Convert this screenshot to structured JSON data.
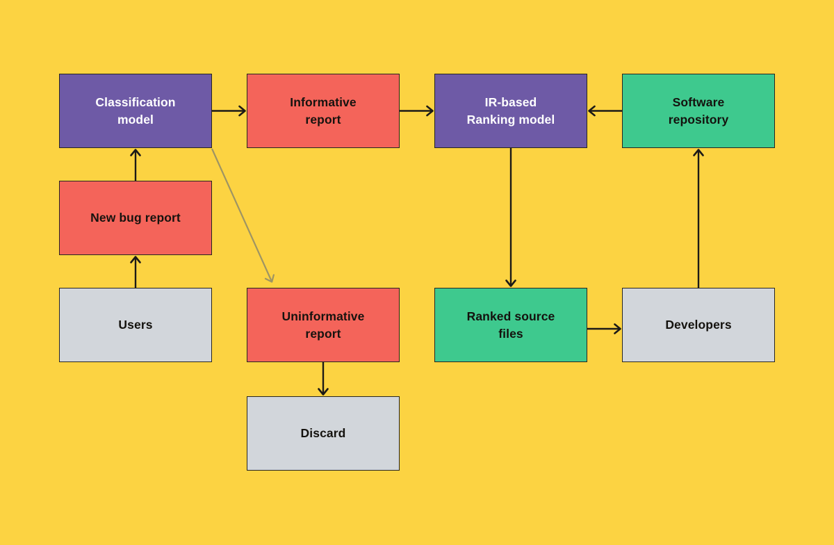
{
  "palette": {
    "background": "#FCD342",
    "node_purple": "#6E5AA6",
    "node_red": "#F4645A",
    "node_green": "#3EC98E",
    "node_gray": "#D2D6DB",
    "edge_black": "#1C1A17",
    "edge_gray": "#9E9463",
    "text_light": "#FFFFFF",
    "text_dark": "#17130F"
  },
  "diagram": {
    "type": "flowchart",
    "nodes": [
      {
        "id": "classification-model",
        "label": "Classification\nmodel",
        "color_role": "purple"
      },
      {
        "id": "informative-report",
        "label": "Informative\nreport",
        "color_role": "red"
      },
      {
        "id": "ir-ranking-model",
        "label": "IR-based\nRanking model",
        "color_role": "purple"
      },
      {
        "id": "software-repository",
        "label": "Software\nrepository",
        "color_role": "green"
      },
      {
        "id": "new-bug-report",
        "label": "New bug report",
        "color_role": "red"
      },
      {
        "id": "users",
        "label": "Users",
        "color_role": "gray"
      },
      {
        "id": "uninformative-report",
        "label": "Uninformative\nreport",
        "color_role": "red"
      },
      {
        "id": "ranked-source-files",
        "label": "Ranked source\nfiles",
        "color_role": "green"
      },
      {
        "id": "developers",
        "label": "Developers",
        "color_role": "gray"
      },
      {
        "id": "discard",
        "label": "Discard",
        "color_role": "gray"
      }
    ],
    "edges": [
      {
        "from": "users",
        "to": "new-bug-report",
        "style": "black"
      },
      {
        "from": "new-bug-report",
        "to": "classification-model",
        "style": "black"
      },
      {
        "from": "classification-model",
        "to": "informative-report",
        "style": "black"
      },
      {
        "from": "classification-model",
        "to": "uninformative-report",
        "style": "gray"
      },
      {
        "from": "informative-report",
        "to": "ir-ranking-model",
        "style": "black"
      },
      {
        "from": "software-repository",
        "to": "ir-ranking-model",
        "style": "black"
      },
      {
        "from": "ir-ranking-model",
        "to": "ranked-source-files",
        "style": "black"
      },
      {
        "from": "ranked-source-files",
        "to": "developers",
        "style": "black"
      },
      {
        "from": "developers",
        "to": "software-repository",
        "style": "black"
      },
      {
        "from": "uninformative-report",
        "to": "discard",
        "style": "black"
      }
    ]
  }
}
